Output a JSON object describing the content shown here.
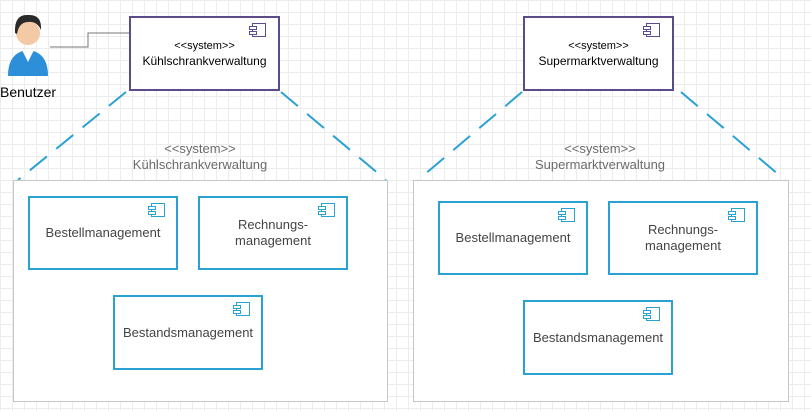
{
  "actor": {
    "label": "Benutzer"
  },
  "top_systems": [
    {
      "stereotype": "<<system>>",
      "name": "Kühlschrankverwaltung"
    },
    {
      "stereotype": "<<system>>",
      "name": "Supermarktverwaltung"
    }
  ],
  "containers": [
    {
      "stereotype": "<<system>>",
      "name": "Kühlschrankverwaltung",
      "components": [
        "Bestellmanagement",
        "Rechnungs-\nmanagement",
        "Bestandsmanagement"
      ]
    },
    {
      "stereotype": "<<system>>",
      "name": "Supermarktverwaltung",
      "components": [
        "Bestellmanagement",
        "Rechnungs-\nmanagement",
        "Bestandsmanagement"
      ]
    }
  ],
  "colors": {
    "system_border": "#5b4b8a",
    "component_border": "#2aa1d3",
    "container_border": "#c6c6c6",
    "dashed_line": "#2aa1d3"
  }
}
